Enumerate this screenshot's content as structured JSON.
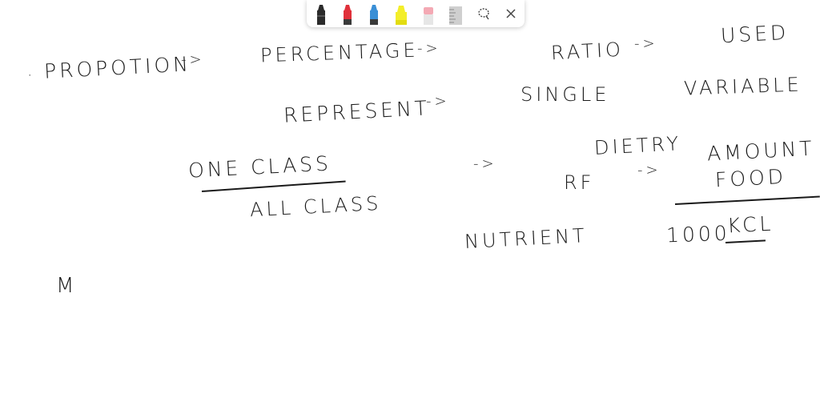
{
  "toolbar": {
    "tools": [
      {
        "name": "black-marker",
        "color": "#2b2b2b"
      },
      {
        "name": "red-marker",
        "color": "#e0303a"
      },
      {
        "name": "blue-marker",
        "color": "#3a8fd6"
      },
      {
        "name": "yellow-highlighter",
        "color": "#f3ee2a"
      },
      {
        "name": "eraser",
        "color": "#f4a9b4"
      },
      {
        "name": "ruler",
        "color": "#cfcfcf"
      }
    ],
    "lasso_icon": "lasso-icon",
    "close_icon": "close-icon"
  },
  "notes": {
    "dot": "·",
    "proportion": "PROPOTION",
    "arrow1": "->",
    "percentage": "PERCENTAGE",
    "arrow2": "->",
    "ratio": "RATIO",
    "arrow3": "->",
    "used": "USED",
    "represent": "REPRESENT",
    "arrow4": "->",
    "single": "SINGLE",
    "variable": "VARIABLE",
    "one_class": "ONE CLASS",
    "all_class": "ALL CLASS",
    "arrow5": "->",
    "dietry": "DIETRY",
    "amount": "AMOUNT",
    "food": "FOOD",
    "rf": "RF",
    "arrow6": "->",
    "nutrient": "NUTRIENT",
    "kcl_value": "1000",
    "kcl_unit": "KCL",
    "m_mark": "M"
  }
}
